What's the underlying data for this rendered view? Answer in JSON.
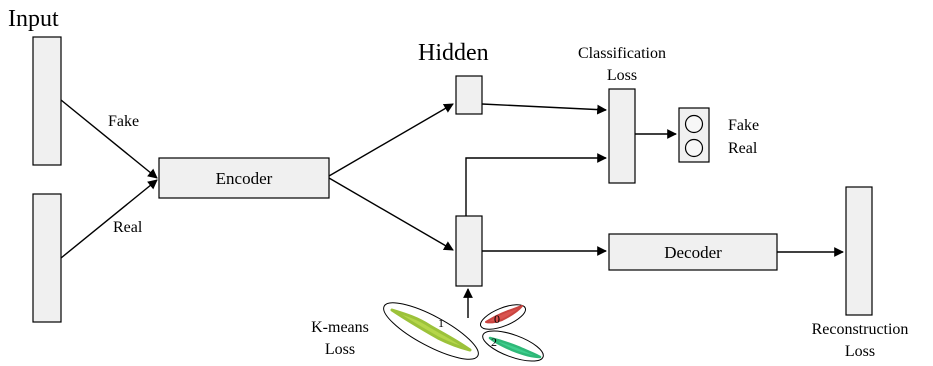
{
  "labels": {
    "input": "Input",
    "hidden": "Hidden",
    "fake": "Fake",
    "real": "Real",
    "encoder": "Encoder",
    "decoder": "Decoder",
    "classification_loss_line1": "Classification",
    "classification_loss_line2": "Loss",
    "output_fake": "Fake",
    "output_real": "Real",
    "kmeans_line1": "K-means",
    "kmeans_line2": "Loss",
    "reconstruction_line1": "Reconstruction",
    "reconstruction_line2": "Loss",
    "cluster_1": "1",
    "cluster_0": "0",
    "cluster_2": "2"
  },
  "colors": {
    "box_fill": "#f0f0f0",
    "cluster_1": "#b5d64a",
    "cluster_0": "#d9534f",
    "cluster_2": "#3fcf8e"
  }
}
